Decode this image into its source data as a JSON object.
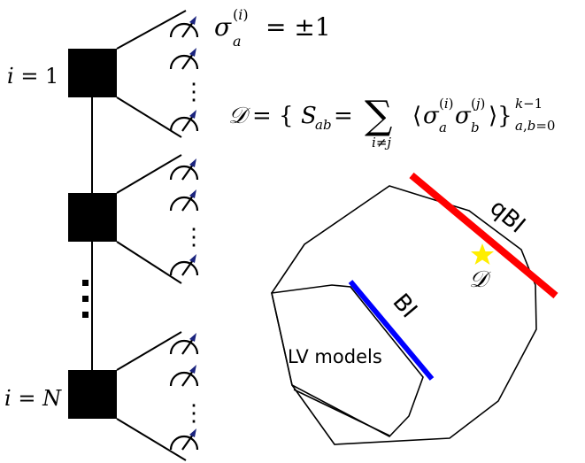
{
  "party_labels": {
    "first": "i = 1",
    "last": "i = N"
  },
  "chain_ellipsis": "⋮",
  "outcome_formula": "σ_a^(i) = ±1",
  "dataset_formula": "𝒟 = {S_ab = Σ_{i≠j} ⟨σ_a^(i) σ_b^(j)⟩}_{a,b=0}^{k−1}",
  "regions": {
    "lv_models": "LV models",
    "bi": "BI",
    "qbi": "qBI"
  },
  "point_label": "𝒟",
  "colors": {
    "bi_line": "#0000ff",
    "qbi_line": "#ff0000",
    "star": "#ffee00",
    "meter_needle": "#1a237e",
    "box": "#000000"
  }
}
